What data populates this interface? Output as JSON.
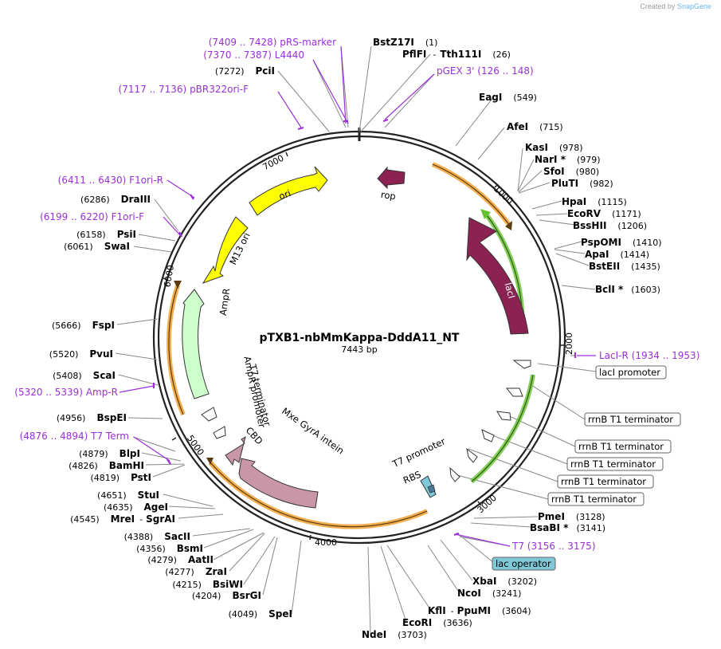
{
  "plasmid": {
    "name": "pTXB1-nbMmKappa-DddA11_NT",
    "length_label": "7443 bp"
  },
  "credit": {
    "created_by": "Created by",
    "brand": "SnapGene"
  },
  "ticks": [
    "1000",
    "2000",
    "3000",
    "4000",
    "5000",
    "6000",
    "7000"
  ],
  "sites": [
    {
      "name": "BstZ17I",
      "pos": "(1)"
    },
    {
      "name": "PflFI",
      "sep": "-",
      "name2": "Tth111I",
      "pos": "(26)"
    },
    {
      "name": "EagI",
      "pos": "(549)"
    },
    {
      "name": "AfeI",
      "pos": "(715)"
    },
    {
      "name": "KasI",
      "pos": "(978)"
    },
    {
      "name": "NarI *",
      "pos": "(979)"
    },
    {
      "name": "SfoI",
      "pos": "(980)"
    },
    {
      "name": "PluTI",
      "pos": "(982)"
    },
    {
      "name": "HpaI",
      "pos": "(1115)"
    },
    {
      "name": "EcoRV",
      "pos": "(1171)"
    },
    {
      "name": "BssHII",
      "pos": "(1206)"
    },
    {
      "name": "PspOMI",
      "pos": "(1410)"
    },
    {
      "name": "ApaI",
      "pos": "(1414)"
    },
    {
      "name": "BstEII",
      "pos": "(1435)"
    },
    {
      "name": "BclI *",
      "pos": "(1603)"
    },
    {
      "name": "PmeI",
      "pos": "(3128)"
    },
    {
      "name": "BsaBI *",
      "pos": "(3141)"
    },
    {
      "name": "XbaI",
      "pos": "(3202)"
    },
    {
      "name": "NcoI",
      "pos": "(3241)"
    },
    {
      "name": "KflI",
      "sep": "-",
      "name2": "PpuMI",
      "pos": "(3604)"
    },
    {
      "name": "EcoRI",
      "pos": "(3636)"
    },
    {
      "name": "NdeI",
      "pos": "(3703)"
    },
    {
      "name": "SpeI",
      "pos": "(4049)"
    },
    {
      "name": "BsrGI",
      "pos": "(4204)"
    },
    {
      "name": "BsiWI",
      "pos": "(4215)"
    },
    {
      "name": "ZraI",
      "pos": "(4277)"
    },
    {
      "name": "AatII",
      "pos": "(4279)"
    },
    {
      "name": "BsmI",
      "pos": "(4356)"
    },
    {
      "name": "SacII",
      "pos": "(4388)"
    },
    {
      "name": "MreI",
      "sep": "-",
      "name2": "SgrAI",
      "pos": "(4545)"
    },
    {
      "name": "AgeI",
      "pos": "(4635)"
    },
    {
      "name": "StuI",
      "pos": "(4651)"
    },
    {
      "name": "PstI",
      "pos": "(4819)"
    },
    {
      "name": "BamHI",
      "pos": "(4826)"
    },
    {
      "name": "BlpI",
      "pos": "(4879)"
    },
    {
      "name": "BspEI",
      "pos": "(4956)"
    },
    {
      "name": "ScaI",
      "pos": "(5408)"
    },
    {
      "name": "PvuI",
      "pos": "(5520)"
    },
    {
      "name": "FspI",
      "pos": "(5666)"
    },
    {
      "name": "SwaI",
      "pos": "(6061)"
    },
    {
      "name": "PsiI",
      "pos": "(6158)"
    },
    {
      "name": "DraIII",
      "pos": "(6286)"
    },
    {
      "name": "PciI",
      "pos": "(7272)"
    }
  ],
  "primers": [
    {
      "name": "pRS-marker",
      "range": "(7409 .. 7428)"
    },
    {
      "name": "L4440",
      "range": "(7370 .. 7387)"
    },
    {
      "name": "pGEX 3'",
      "range": "(126 .. 148)"
    },
    {
      "name": "pBR322ori-F",
      "range": "(7117 .. 7136)"
    },
    {
      "name": "F1ori-R",
      "range": "(6411 .. 6430)"
    },
    {
      "name": "F1ori-F",
      "range": "(6199 .. 6220)"
    },
    {
      "name": "LacI-R",
      "range": "(1934 .. 1953)"
    },
    {
      "name": "Amp-R",
      "range": "(5320 .. 5339)"
    },
    {
      "name": "T7 Term",
      "range": "(4876 .. 4894)"
    },
    {
      "name": "T7",
      "range": "(3156 .. 3175)"
    }
  ],
  "boxed_features": [
    "lacI promoter",
    "rrnB T1 terminator",
    "rrnB T1 terminator",
    "rrnB T1 terminator",
    "rrnB T1 terminator",
    "rrnB T1 terminator",
    "lac operator"
  ],
  "features": [
    "rop",
    "lacI",
    "ori",
    "M13 ori",
    "AmpR",
    "AmpR promoter",
    "T7 terminator",
    "CBD",
    "Mxe GyrA intein",
    "T7 promoter",
    "RBS"
  ],
  "colors": {
    "primer": "#9b30d9",
    "rop": "#8b2252",
    "lacI": "#8b2252",
    "ori": "#ffff00",
    "ampR": "#ccffcc",
    "cbd": "#c996a8",
    "orange_band": "#f0a030",
    "green_band": "#66c232",
    "lac_operator": "#7ec8d8"
  }
}
